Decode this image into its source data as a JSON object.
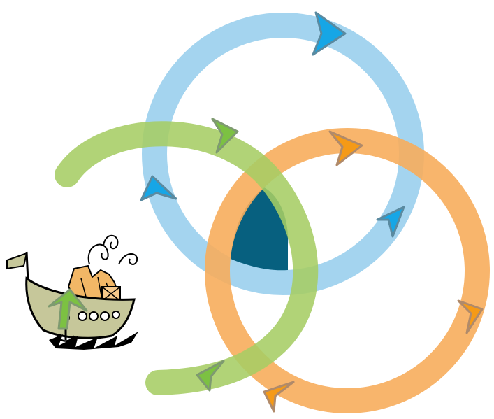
{
  "diagram": {
    "type": "interlocking-cycle",
    "labels": [],
    "rings": [
      {
        "name": "blue-cycle",
        "color": "#9fd2ee",
        "arrow_color": "#16a6e6",
        "arrow_outline": "#5a8aa0",
        "direction": "clockwise"
      },
      {
        "name": "orange-cycle",
        "color": "#f7ad5c",
        "arrow_color": "#f59a17",
        "arrow_outline": "#b08a6a",
        "direction": "clockwise"
      },
      {
        "name": "green-cycle",
        "color": "#a6cd64",
        "arrow_color": "#7cc142",
        "arrow_outline": "#7e9a70",
        "direction": "clockwise"
      }
    ],
    "center_color": "#07607f",
    "clipart": {
      "name": "cargo-ship",
      "hull_color": "#c6c79a",
      "cargo_color": "#f2b766",
      "ink_color": "#000000"
    }
  }
}
